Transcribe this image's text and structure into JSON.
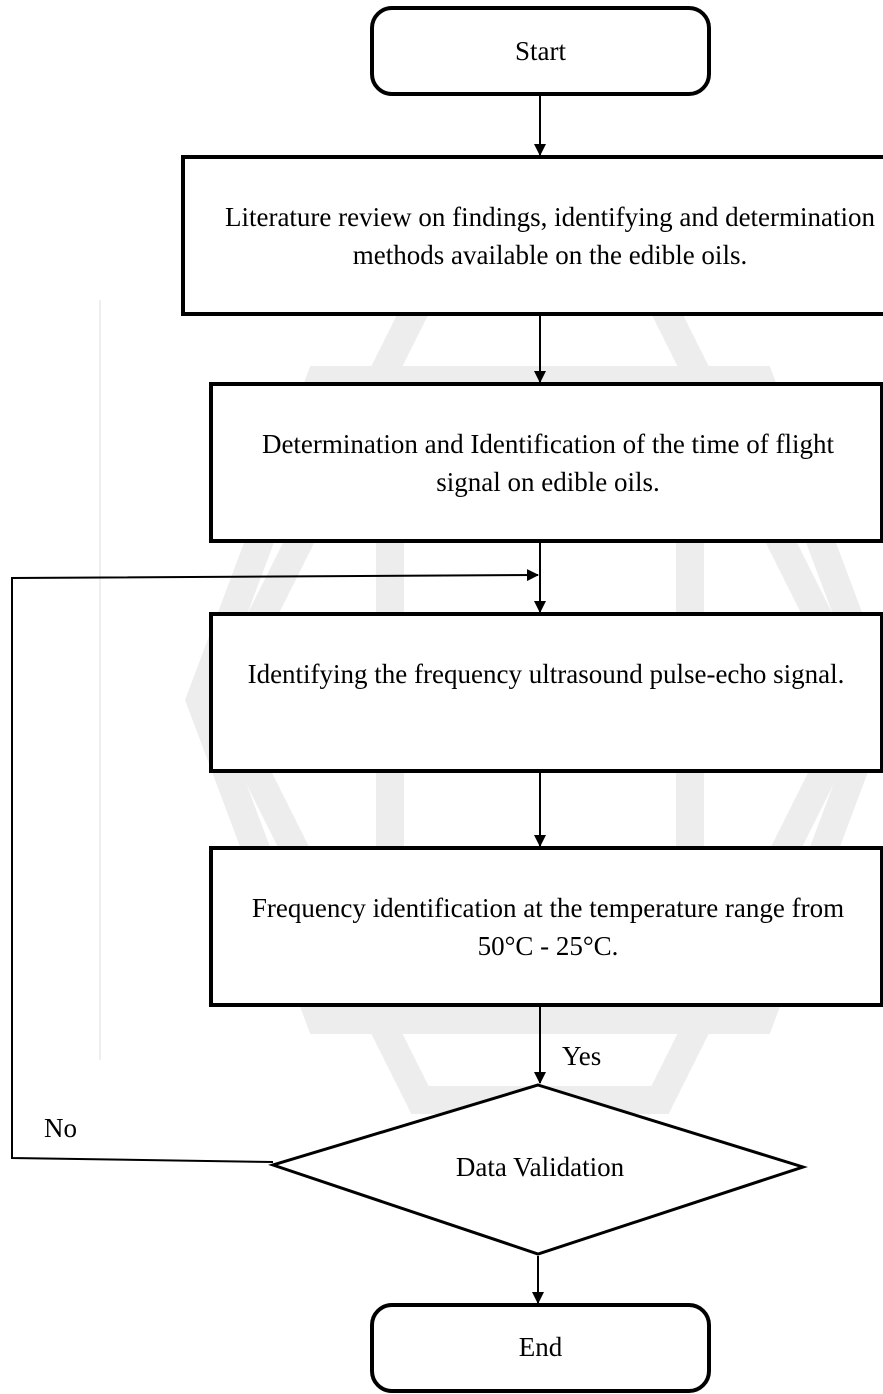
{
  "flowchart": {
    "start": "Start",
    "step1": "Literature review on findings, identifying and determination methods available on the edible oils.",
    "step2": "Determination and Identification of the time of flight signal on edible oils.",
    "step3": "Identifying the frequency ultrasound pulse-echo signal.",
    "step4": "Frequency identification at the temperature range from 50°C - 25°C.",
    "decision": "Data Validation",
    "yes_label": "Yes",
    "no_label": "No",
    "end": "End"
  },
  "colors": {
    "stroke": "#000000",
    "fill": "#ffffff",
    "watermark": "#ececec"
  }
}
